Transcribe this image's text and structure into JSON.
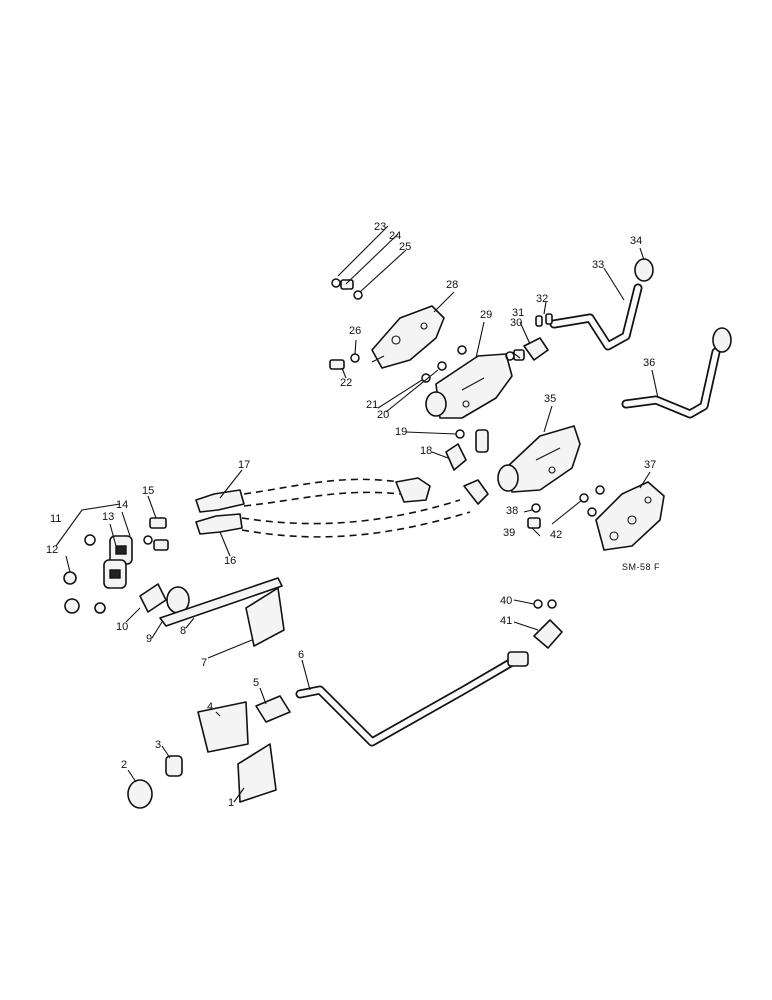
{
  "callouts": {
    "n1": "1",
    "n2": "2",
    "n3": "3",
    "n4": "4",
    "n5": "5",
    "n6": "6",
    "n7": "7",
    "n8": "8",
    "n9": "9",
    "n10": "10",
    "n11": "11",
    "n12": "12",
    "n13": "13",
    "n14": "14",
    "n15": "15",
    "n16": "16",
    "n17": "17",
    "n18": "18",
    "n19": "19",
    "n20": "20",
    "n21": "21",
    "n22": "22",
    "n23": "23",
    "n24": "24",
    "n25": "25",
    "n26": "26",
    "n28": "28",
    "n29": "29",
    "n30": "30",
    "n31": "31",
    "n32": "32",
    "n33": "33",
    "n34": "34",
    "n35": "35",
    "n36": "36",
    "n37": "37",
    "n38": "38",
    "n39": "39",
    "n40": "40",
    "n41": "41",
    "n42": "42"
  },
  "figure_code": "SM-58 F",
  "colors": {
    "ink": "#111111",
    "paper": "#ffffff"
  }
}
